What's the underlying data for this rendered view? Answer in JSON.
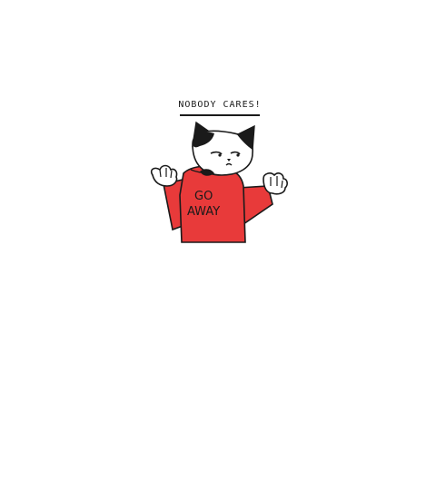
{
  "caption": "NOBODY CARES!",
  "jacket": {
    "line1": "GO",
    "line2": "AWAY"
  },
  "colors": {
    "jacket": "#e83a3a",
    "outline": "#1a1a1a",
    "fur_dark": "#1a1a1a",
    "fur_light": "#ffffff"
  }
}
